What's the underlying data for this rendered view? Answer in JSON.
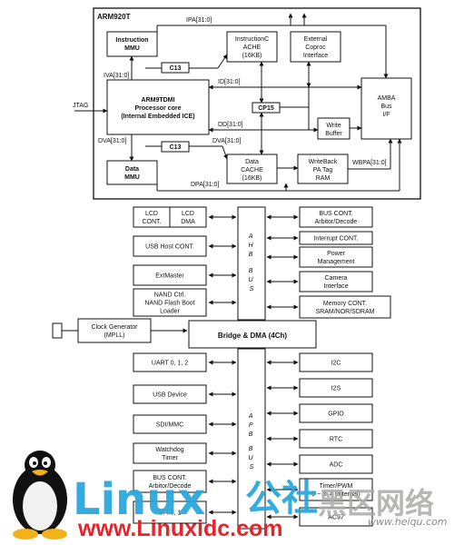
{
  "diagram": {
    "core_title": "ARM920T",
    "bus_labels": {
      "ipa": "IPA[31:0]",
      "iva": "IVA[31:0]",
      "id": "ID[31:0]",
      "dd": "DD[31:0]",
      "dva_left": "DVA[31:0]",
      "dva_right": "DVA[31:0]",
      "dpa": "DPA[31:0]",
      "wbpa": "WBPA[31:0]",
      "jtag": "JTAG"
    },
    "core_blocks": {
      "immu": [
        "Instruction",
        "MMU"
      ],
      "icache": [
        "InstructionC",
        "ACHE",
        "(16KB)"
      ],
      "coproc": [
        "External",
        "Coproc",
        "Interface"
      ],
      "c13_top": "C13",
      "cpu": [
        "ARM9TDMI",
        "Processor core",
        "(Internal Embedded ICE)"
      ],
      "cp15": "CP15",
      "amba": [
        "AMBA",
        "Bus",
        "I/F"
      ],
      "wbuf": [
        "Write",
        "Buffer"
      ],
      "c13_bottom": "C13",
      "dcache": [
        "Data",
        "CACHE",
        "(16KB)"
      ],
      "wbpa_tag": [
        "WriteBack",
        "PA Tag",
        "RAM"
      ],
      "dmmu": [
        "Data",
        "MMU"
      ]
    },
    "ahb": {
      "bus_text": [
        "A",
        "H",
        "B",
        "",
        "B",
        "U",
        "S"
      ],
      "left": [
        [
          "LCD",
          "CONT."
        ],
        [
          "LCD",
          "DMA"
        ],
        [
          "USB Host CONT."
        ],
        [
          "ExtMaster"
        ],
        [
          "NAND Ctrl.",
          "NAND Flash Boot",
          "Loader"
        ]
      ],
      "right": [
        [
          "BUS CONT.",
          "Arbitor/Decode"
        ],
        [
          "Interrupt CONT."
        ],
        [
          "Power",
          "Management"
        ],
        [
          "Camera",
          "Interface"
        ],
        [
          "Memory CONT.",
          "SRAM/NOR/SDRAM"
        ]
      ]
    },
    "clock": [
      "Clock Generator",
      "(MPLL)"
    ],
    "bridge": "Bridge & DMA (4Ch)",
    "apb": {
      "bus_text": [
        "A",
        "P",
        "B",
        "",
        "B",
        "U",
        "S"
      ],
      "left": [
        [
          "UART 0, 1, 2"
        ],
        [
          "USB Device"
        ],
        [
          "SDI/MMC"
        ],
        [
          "Watchdog",
          "Timer"
        ],
        [
          "BUS CONT.",
          "Arbitor/Decode"
        ],
        [
          "SPI 0, 1"
        ]
      ],
      "right": [
        [
          "I2C"
        ],
        [
          "I2S"
        ],
        [
          "GPIO"
        ],
        [
          "RTC"
        ],
        [
          "ADC"
        ],
        [
          "Timer/PWM",
          "0 ~ 3, 4 (Internal)"
        ],
        [
          "AC97"
        ]
      ]
    }
  },
  "watermark": {
    "linux": "Linux",
    "gong_she": "公社",
    "url": "www.Linuxidc.com",
    "heiqu_cn": "黑区网络",
    "heiqu_url": "www.heiqu.com"
  },
  "colors": {
    "line": "#111111",
    "watermark_blue": "#2aa6dc",
    "watermark_red": "#e8232a",
    "watermark_grey": "#a9aaa8"
  }
}
